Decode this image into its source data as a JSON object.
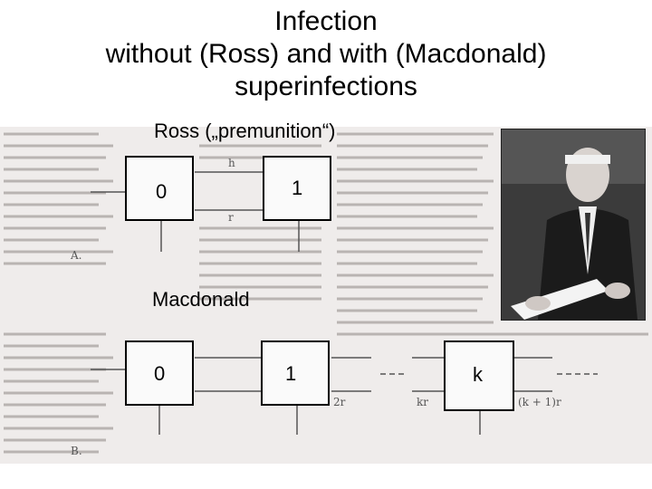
{
  "title": {
    "line1": "Infection",
    "line2": "without (Ross) and with (Macdonald)",
    "line3": "superinfections"
  },
  "ross": {
    "heading": "Ross („premunition“)",
    "state_0": "0",
    "state_1": "1"
  },
  "macdonald": {
    "heading": "Macdonald",
    "state_0": "0",
    "state_1": "1",
    "state_k": "k"
  },
  "scan_labels": {
    "h": "h",
    "r": "r",
    "a": "A.",
    "b": "B.",
    "two_r": "2r",
    "kr": "kr",
    "k_plus_one": "(k + 1)r"
  }
}
